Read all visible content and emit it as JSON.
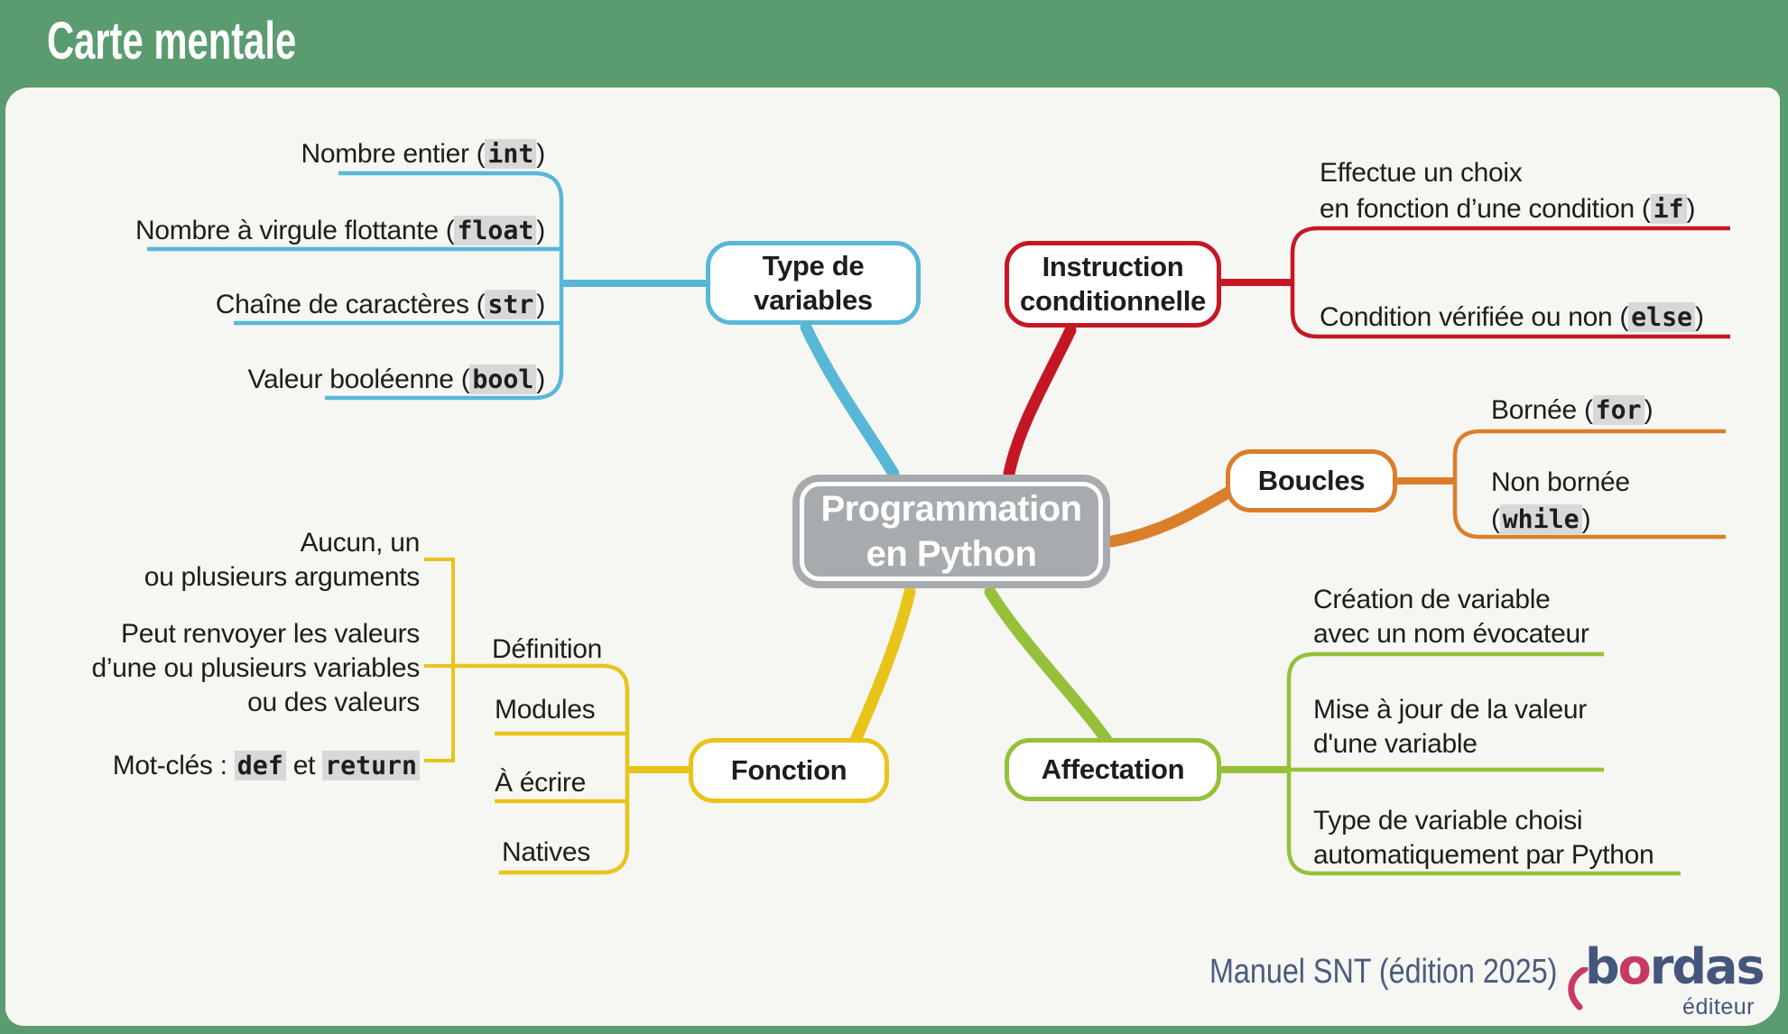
{
  "header": {
    "title": "Carte mentale"
  },
  "colors": {
    "header": "#5b9b70",
    "panel": "#f6f6f3",
    "text": "#1d1d1b",
    "types": "#58b7d7",
    "cond": "#c51723",
    "loops": "#db7e2a",
    "assign": "#95c039",
    "func": "#e8c41b",
    "center_fill": "#a7abae",
    "code_bg": "#d8d8d8",
    "footer_text": "#4a5b7d",
    "logo_navy": "#44567c",
    "logo_pink": "#c73a62"
  },
  "nodes": {
    "center": [
      [
        "Programmation"
      ],
      [
        "en Python"
      ]
    ],
    "types": [
      [
        "Type de"
      ],
      [
        "variables"
      ]
    ],
    "cond": [
      [
        "Instruction"
      ],
      [
        "conditionnelle"
      ]
    ],
    "loops": [
      [
        "Boucles"
      ]
    ],
    "assign": [
      [
        "Affectation"
      ]
    ],
    "func": [
      [
        "Fonction"
      ]
    ]
  },
  "leaves": {
    "types": [
      [
        [
          "Nombre entier (",
          {
            "code": "int"
          },
          ")"
        ]
      ],
      [
        [
          "Nombre à virgule flottante (",
          {
            "code": "float"
          },
          ")"
        ]
      ],
      [
        [
          "Chaîne de caractères (",
          {
            "code": "str"
          },
          ")"
        ]
      ],
      [
        [
          "Valeur booléenne (",
          {
            "code": "bool"
          },
          ")"
        ]
      ]
    ],
    "cond": [
      [
        [
          "Effectue un choix"
        ],
        [
          "en fonction d’une condition (",
          {
            "code": "if"
          },
          ")"
        ]
      ],
      [
        [
          "Condition vérifiée ou non (",
          {
            "code": "else"
          },
          ")"
        ]
      ]
    ],
    "loops": [
      [
        [
          "Bornée (",
          {
            "code": "for"
          },
          ")"
        ]
      ],
      [
        [
          "Non bornée"
        ],
        [
          "(",
          {
            "code": "while"
          },
          ")"
        ]
      ]
    ],
    "assign": [
      [
        [
          "Création de variable"
        ],
        [
          "avec un nom évocateur"
        ]
      ],
      [
        [
          "Mise à jour de la valeur"
        ],
        [
          "d'une variable"
        ]
      ],
      [
        [
          "Type de variable choisi"
        ],
        [
          "automatiquement par Python"
        ]
      ]
    ],
    "func": [
      [
        [
          "Définition"
        ]
      ],
      [
        [
          "Modules"
        ]
      ],
      [
        [
          "À écrire"
        ]
      ],
      [
        [
          "Natives"
        ]
      ]
    ],
    "func_sub": [
      [
        [
          "Aucun, un"
        ],
        [
          "ou plusieurs arguments"
        ]
      ],
      [
        [
          "Peut renvoyer les valeurs"
        ],
        [
          "d’une ou plusieurs variables"
        ],
        [
          "ou des valeurs"
        ]
      ],
      [
        [
          "Mot-clés : ",
          {
            "code": "def"
          },
          " et ",
          {
            "code": "return"
          }
        ]
      ]
    ]
  },
  "footer": {
    "caption": "Manuel SNT (édition 2025)",
    "logo_b": "b",
    "logo_o": "o",
    "logo_rest": "rdas",
    "logo_sub": "éditeur"
  }
}
